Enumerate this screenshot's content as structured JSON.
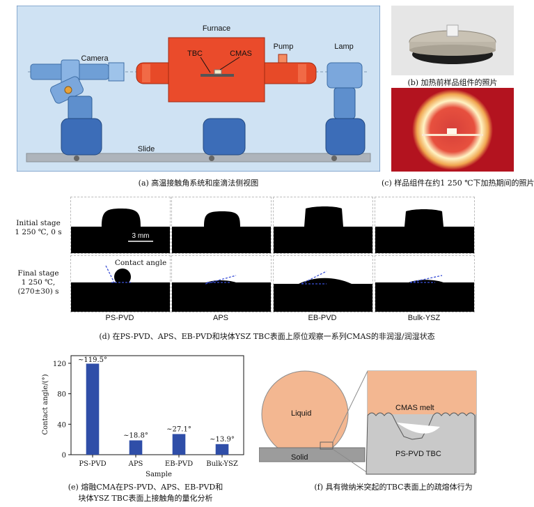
{
  "panel_a": {
    "labels": {
      "camera": "Camera",
      "furnace": "Furnace",
      "pump": "Pump",
      "lamp": "Lamp",
      "tbc": "TBC",
      "cmas": "CMAS",
      "slide": "Slide"
    },
    "caption": "(a) 高温接触角系统和座滴法侧视图"
  },
  "panel_b": {
    "caption": "(b) 加热前样品组件的照片"
  },
  "panel_c": {
    "caption": "(c) 样品组件在约1 250 ℃下加热期间的照片"
  },
  "panel_d": {
    "row_labels": {
      "initial": [
        "Initial stage",
        "1 250 ℃, 0 s"
      ],
      "final": [
        "Final stage",
        "1 250 ℃,",
        "(270±30) s"
      ]
    },
    "scale_bar": "3 mm",
    "contact_angle_label": "Contact angle",
    "samples": [
      "PS-PVD",
      "APS",
      "EB-PVD",
      "Bulk-YSZ"
    ],
    "caption": "(d) 在PS-PVD、APS、EB-PVD和块体YSZ TBC表面上原位观察一系列CMAS的非润湿/润湿状态"
  },
  "chart_data": {
    "type": "bar",
    "categories": [
      "PS-PVD",
      "APS",
      "EB-PVD",
      "Bulk-YSZ"
    ],
    "values": [
      119.5,
      18.8,
      27.1,
      13.9
    ],
    "data_labels": [
      "~119.5°",
      "~18.8°",
      "~27.1°",
      "~13.9°"
    ],
    "xlabel": "Sample",
    "ylabel": "Contact angle/(°)",
    "ylim": [
      0,
      130
    ],
    "yticks": [
      0,
      40,
      80,
      120
    ],
    "bar_color": "#2f4ea8"
  },
  "panel_e": {
    "caption_lines": [
      "(e) 熔融CMA在PS-PVD、APS、EB-PVD和",
      "块体YSZ TBC表面上接触角的量化分析"
    ]
  },
  "panel_f": {
    "labels": {
      "liquid": "Liquid",
      "solid": "Solid",
      "cmas_melt": "CMAS melt",
      "tbc": "PS-PVD TBC"
    },
    "caption": "(f) 具有微纳米突起的TBC表面上的疏熔体行为"
  }
}
